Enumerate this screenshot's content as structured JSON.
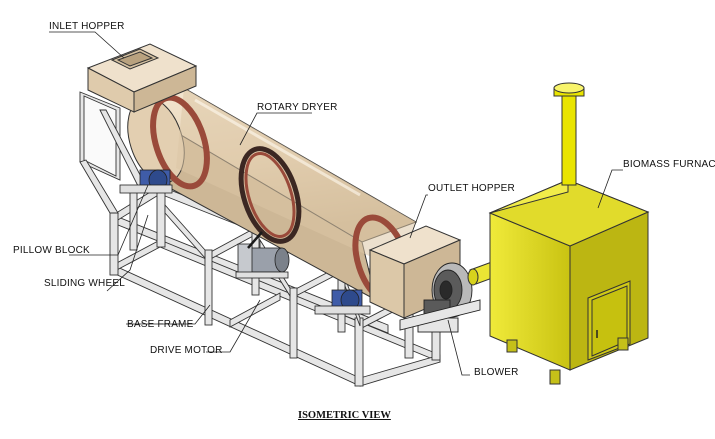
{
  "labels": {
    "inlet_hopper": "INLET HOPPER",
    "rotary_dryer": "ROTARY DRYER",
    "outlet_hopper": "OUTLET HOPPER",
    "biomass_furnace": "BIOMASS FURNACE",
    "pillow_block": "PILLOW BLOCK",
    "sliding_wheel": "SLIDING WHEEL",
    "base_frame": "BASE FRAME",
    "drive_motor": "DRIVE MOTOR",
    "blower": "BLOWER"
  },
  "view_title": "ISOMETRIC VIEW",
  "colors": {
    "drum": "#e8d7bf",
    "ring": "#9a4a3a",
    "frame": "#e4e4e4",
    "furnace": "#e6e02a",
    "chimney": "#e9e400",
    "motor": "#9aa0aa",
    "bearing": "#3f5ca8"
  }
}
